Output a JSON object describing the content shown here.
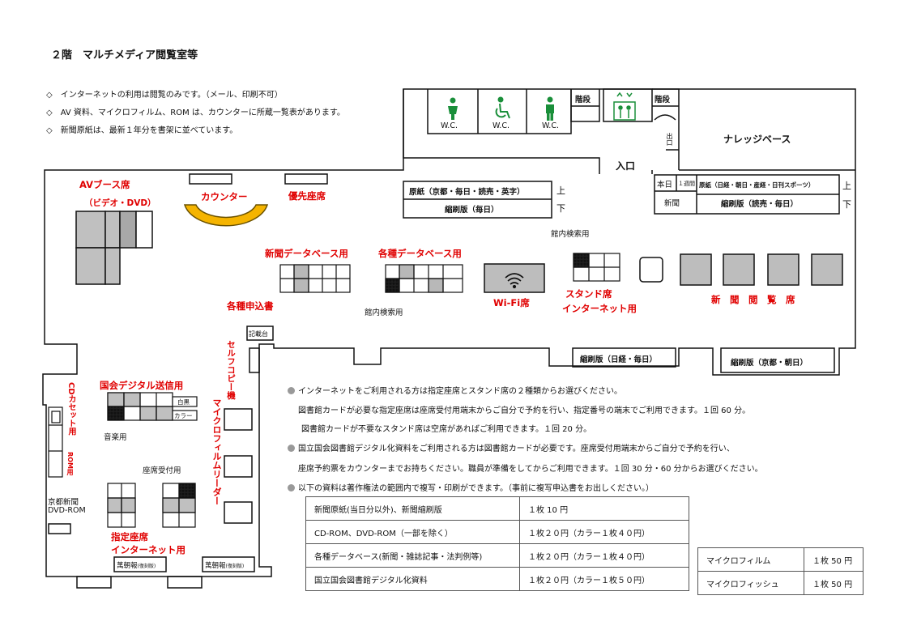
{
  "title": "２階　マルチメディア閲覧室等",
  "notes": [
    "◇　インターネットの利用は閲覧のみです。（メール、印刷不可）",
    "◇　AV 資料、マイクロフィルム、ROM は、カウンターに所蔵一覧表があります。",
    "◇　新聞原紙は、最新１年分を書架に並べています。"
  ],
  "map": {
    "wc": "W.C.",
    "stairs": "階段",
    "knowledge_base": "ナレッジベース",
    "entrance": "入口",
    "exit": "出口",
    "av_booth": "AVブース席",
    "av_booth_sub": "（ビデオ・DVD）",
    "counter": "カウンター",
    "priority": "優先座席",
    "shelf_originals": "原紙（京都・毎日・読売・英字）",
    "shelf_reduced_top": "縮刷版（毎日）",
    "upper": "上",
    "lower": "下",
    "today": "本日",
    "one_week": "１週間",
    "shelf_originals_right": "原紙（日経・朝日・産経・日刊スポーツ）",
    "shelf_reduced_right": "縮刷版（読売・毎日）",
    "newspaper": "新聞",
    "opac_top": "館内検索用",
    "news_db": "新聞データベース用",
    "various_db": "各種データベース用",
    "opac_bottom": "館内検索用",
    "wifi": "Wi-Fi席",
    "stand_1": "スタンド席",
    "stand_2": "インターネット用",
    "reading": "新　聞　閲　覧　席",
    "forms": "各種申込書",
    "desk": "記載台",
    "copier": "セルフコピー機",
    "shelf_nikkei": "縮刷版（日経・毎日）",
    "shelf_kyoto": "縮刷版（京都・朝日）",
    "ndl": "国会デジタル送信用",
    "mono": "白黒",
    "color": "カラー",
    "music": "音楽用",
    "cd_cassette": "CDカセット用",
    "rom": "ROM用",
    "microfilm_reader": "マイクロフィルムリーダー",
    "reception": "座席受付用",
    "kyoto_dvd_1": "京都新聞",
    "kyoto_dvd_2": "DVD-ROM",
    "designated_1": "指定座席",
    "designated_2": "インターネット用",
    "yorozu": "萬朝報",
    "yorozu_sub": "(復刻版)"
  },
  "info": [
    "インターネットをご利用される方は指定座席とスタンド席の２種類からお選びください。",
    "図書館カードが必要な指定座席は座席受付用端末からご自分で予約を行い、指定番号の端末でご利用できます。１回 60 分。",
    "図書館カードが不要なスタンド席は空席があればご利用できます。１回 20 分。",
    "国立国会図書館デジタル化資料をご利用される方は図書館カードが必要です。座席受付用端末からご自分で予約を行い、",
    "座席予約票をカウンターまでお持ちください。職員が準備をしてからご利用できます。１回 30 分・60 分からお選びください。",
    "以下の資料は著作権法の範囲内で複写・印刷ができます。（事前に複写申込書をお出しください。）"
  ],
  "prices": [
    {
      "item": "新聞原紙(当日分以外)、新聞縮刷版",
      "price": "１枚 10 円"
    },
    {
      "item": "CD-ROM、DVD-ROM（一部を除く）",
      "price": "１枚２０円（カラー１枚４０円）"
    },
    {
      "item": "各種データベース(新聞・雑誌記事・法判例等)",
      "price": "１枚２０円（カラー１枚４０円）"
    },
    {
      "item": "国立国会図書館デジタル化資料",
      "price": "１枚２０円（カラー１枚５０円）"
    }
  ],
  "prices2": [
    {
      "item": "マイクロフィルム",
      "price": "１枚 50 円"
    },
    {
      "item": "マイクロフィッシュ",
      "price": "１枚 50 円"
    }
  ],
  "colors": {
    "red": "#e00000",
    "counter": "#f5b400",
    "seat_grey": "#c0c0c0",
    "seat_dark": "#a8a8a8",
    "wc_green": "#1a8f3a"
  }
}
